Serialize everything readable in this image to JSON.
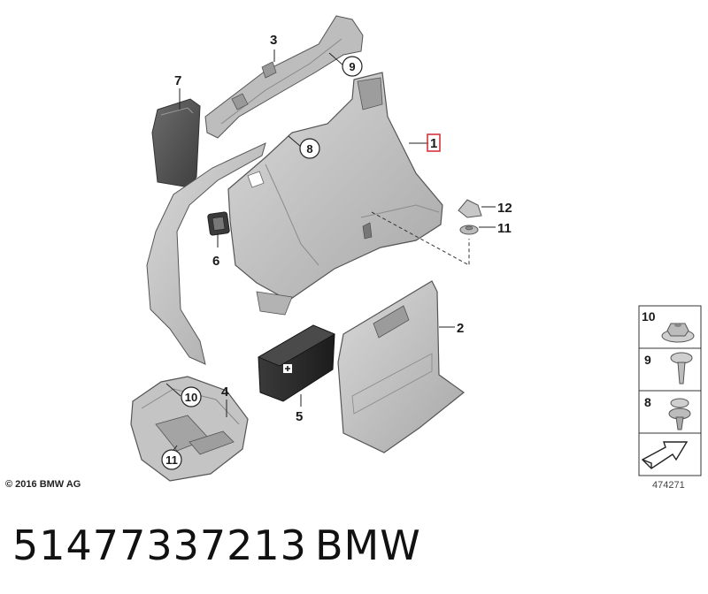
{
  "callouts": [
    {
      "id": "1",
      "label": "1",
      "highlighted": true
    },
    {
      "id": "2",
      "label": "2"
    },
    {
      "id": "3",
      "label": "3"
    },
    {
      "id": "4",
      "label": "4"
    },
    {
      "id": "5",
      "label": "5"
    },
    {
      "id": "6",
      "label": "6"
    },
    {
      "id": "7",
      "label": "7"
    },
    {
      "id": "12",
      "label": "12"
    },
    {
      "id": "11",
      "label": "11"
    }
  ],
  "circled_callouts": [
    {
      "id": "9",
      "label": "9"
    },
    {
      "id": "8",
      "label": "8"
    },
    {
      "id": "10",
      "label": "10"
    },
    {
      "id": "11b",
      "label": "11"
    }
  ],
  "legend": [
    {
      "label": "10",
      "icon": "nut-icon"
    },
    {
      "label": "9",
      "icon": "expanding-rivet-icon"
    },
    {
      "label": "8",
      "icon": "clip-icon"
    },
    {
      "label": "",
      "icon": "arrow-icon"
    }
  ],
  "copyright": "© 2016 BMW AG",
  "diagram_id": "474271",
  "part_number": "51477337213",
  "brand": "BMW",
  "colors": {
    "part_fill": "#c9c9c9",
    "part_fill_dark": "#8a8a8a",
    "part_stroke": "#555555",
    "highlight_box": "#d6262f",
    "first_aid_box": "#2a2a2a"
  }
}
